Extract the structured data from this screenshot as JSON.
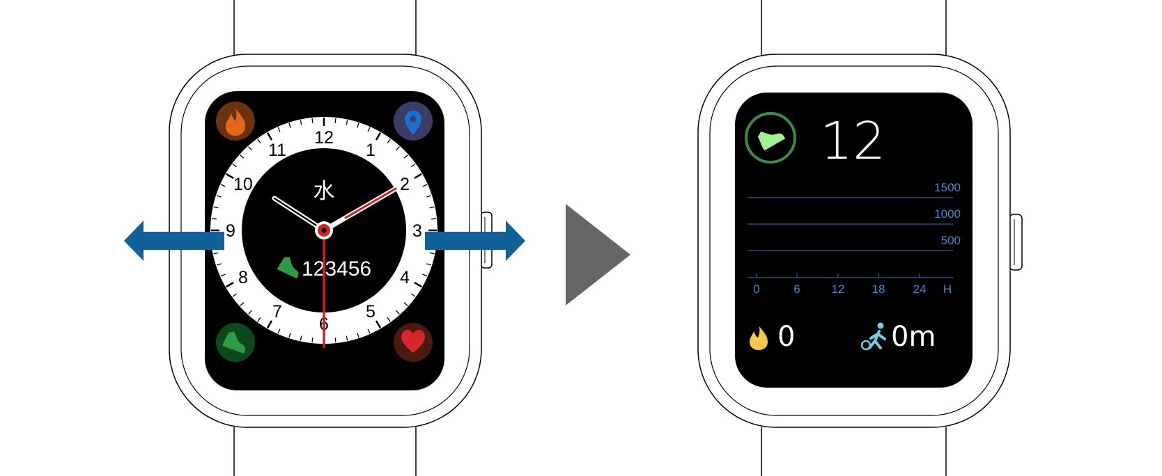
{
  "left_watch": {
    "day_kanji": "水",
    "step_count": "123456",
    "dial_numbers": [
      "12",
      "1",
      "2",
      "3",
      "4",
      "5",
      "6",
      "7",
      "8",
      "9",
      "10",
      "11"
    ],
    "corner_icons": {
      "top_left": "flame-icon",
      "top_right": "location-pin-icon",
      "bottom_left": "shoe-icon",
      "bottom_right": "heart-icon"
    },
    "swipe_gesture": "swipe-left-right-arrows-icon"
  },
  "transition": "play-arrow-icon",
  "right_watch": {
    "step_value": "12",
    "graph_y_labels": [
      "1500",
      "1000",
      "500"
    ],
    "graph_x_labels": [
      "0",
      "6",
      "12",
      "18",
      "24"
    ],
    "graph_x_unit": "H",
    "calories_value": "0",
    "distance_value": "0m",
    "icons": [
      "shoe-icon",
      "flame-icon",
      "walking-person-icon"
    ]
  },
  "colors": {
    "swipe_arrow": "#12609a",
    "transition_arrow": "#666666",
    "graph_text": "#4a86d0",
    "step_ring": "#3d8a4d",
    "step_shoe": "#a4ef95",
    "hand_red": "#cc2222",
    "flame_yellow": "#f7c84f",
    "walker_cyan": "#6fd0e3"
  }
}
